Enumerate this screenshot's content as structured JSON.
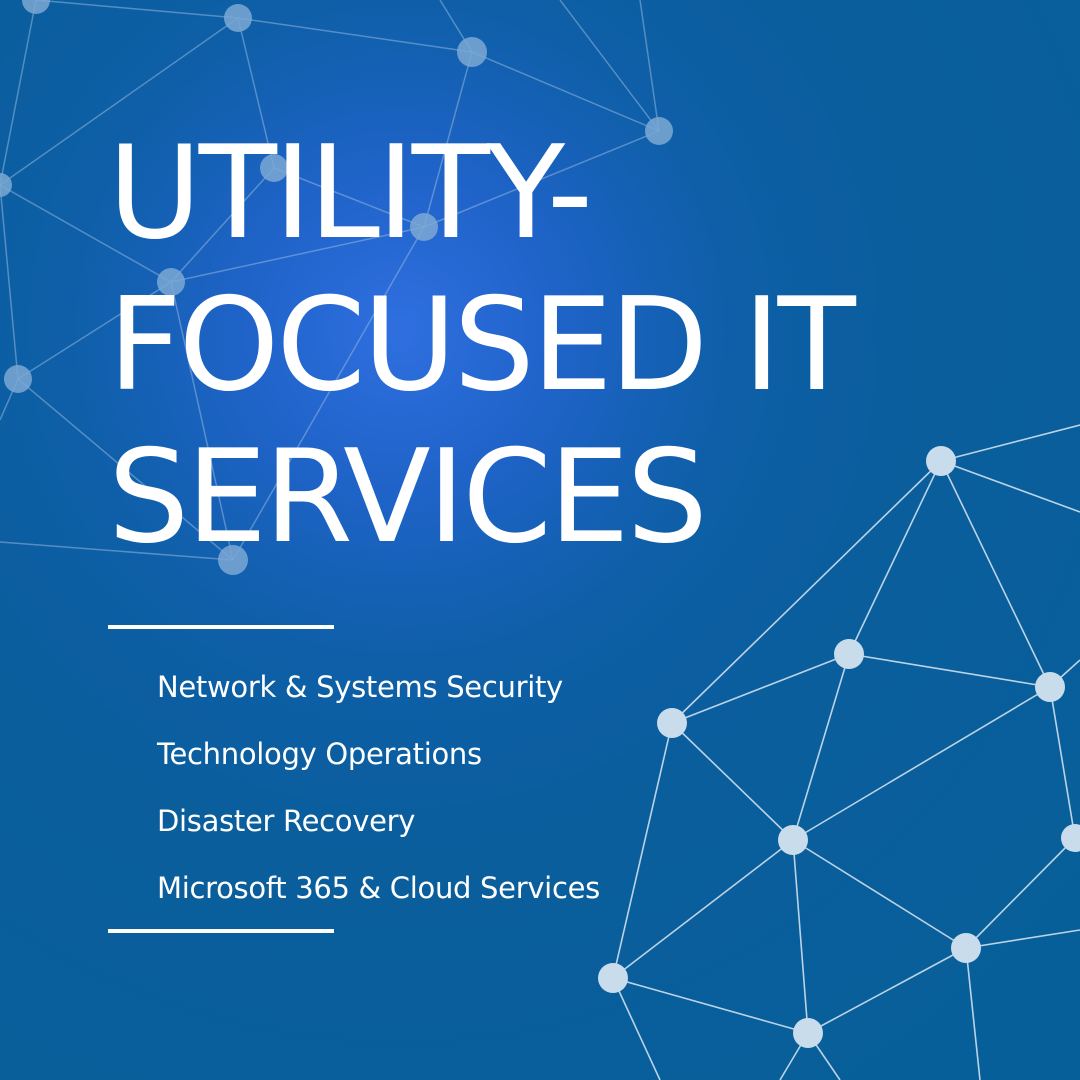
{
  "title": {
    "line1": "UTILITY-",
    "line2": "FOCUSED IT",
    "line3": "SERVICES"
  },
  "services": [
    "Network & Systems Security",
    "Technology Operations",
    "Disaster Recovery",
    "Microsoft 365 & Cloud Services"
  ],
  "colors": {
    "background": "#075f9a",
    "glow": "#2f6fe0",
    "text": "#ffffff",
    "node_light": "#c9dcec",
    "node_dim": "#7ba8d4"
  },
  "decoration": "network-graph"
}
